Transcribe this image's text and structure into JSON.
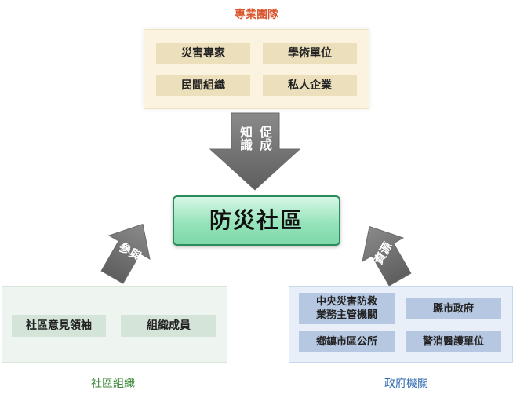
{
  "top_group": {
    "title": "專業團隊",
    "items": [
      "災害專家",
      "學術單位",
      "民間組織",
      "私人企業"
    ]
  },
  "top_arrow": {
    "col1": "知識",
    "col2": "促成"
  },
  "center": {
    "label": "防災社區"
  },
  "left_arrow": {
    "label": "參與"
  },
  "right_arrow": {
    "label": "資源"
  },
  "left_group": {
    "title": "社區組織",
    "items": [
      "社區意見領袖",
      "組織成員"
    ]
  },
  "right_group": {
    "title": "政府機關",
    "items": [
      "中央災害防救\n業務主管機關",
      "縣市政府",
      "鄉鎮市區公所",
      "警消醫護單位"
    ]
  }
}
